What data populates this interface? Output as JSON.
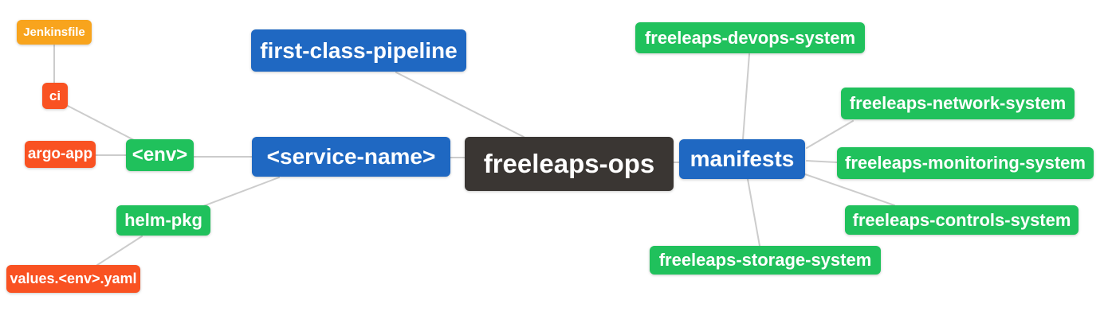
{
  "diagram": {
    "type": "mindmap",
    "root": "freeleaps-ops"
  },
  "colors": {
    "root_node": "#3a3633",
    "branch_node": "#1f68c2",
    "green_node": "#20c15c",
    "red_node": "#f95222",
    "amber_node": "#f8a41d",
    "edge": "#cccccc",
    "text": "#ffffff",
    "background": "#ffffff"
  },
  "nodes": {
    "freeleaps_ops": {
      "label": "freeleaps-ops"
    },
    "first_class_pipeline": {
      "label": "first-class-pipeline"
    },
    "service_name": {
      "label": "<service-name>"
    },
    "manifests": {
      "label": "manifests"
    },
    "env": {
      "label": "<env>"
    },
    "helm_pkg": {
      "label": "helm-pkg"
    },
    "ci": {
      "label": "ci"
    },
    "argo_app": {
      "label": "argo-app"
    },
    "jenkinsfile": {
      "label": "Jenkinsfile"
    },
    "values_env_yaml": {
      "label": "values.<env>.yaml"
    },
    "devops_system": {
      "label": "freeleaps-devops-system"
    },
    "network_system": {
      "label": "freeleaps-network-system"
    },
    "monitoring_system": {
      "label": "freeleaps-monitoring-system"
    },
    "controls_system": {
      "label": "freeleaps-controls-system"
    },
    "storage_system": {
      "label": "freeleaps-storage-system"
    }
  },
  "edges": [
    [
      "Jenkinsfile",
      "ci"
    ],
    [
      "ci",
      "<env>"
    ],
    [
      "argo-app",
      "<env>"
    ],
    [
      "<env>",
      "<service-name>"
    ],
    [
      "helm-pkg",
      "<service-name>"
    ],
    [
      "values.<env>.yaml",
      "helm-pkg"
    ],
    [
      "first-class-pipeline",
      "freeleaps-ops"
    ],
    [
      "<service-name>",
      "freeleaps-ops"
    ],
    [
      "freeleaps-ops",
      "manifests"
    ],
    [
      "manifests",
      "freeleaps-devops-system"
    ],
    [
      "manifests",
      "freeleaps-network-system"
    ],
    [
      "manifests",
      "freeleaps-monitoring-system"
    ],
    [
      "manifests",
      "freeleaps-controls-system"
    ],
    [
      "manifests",
      "freeleaps-storage-system"
    ]
  ]
}
